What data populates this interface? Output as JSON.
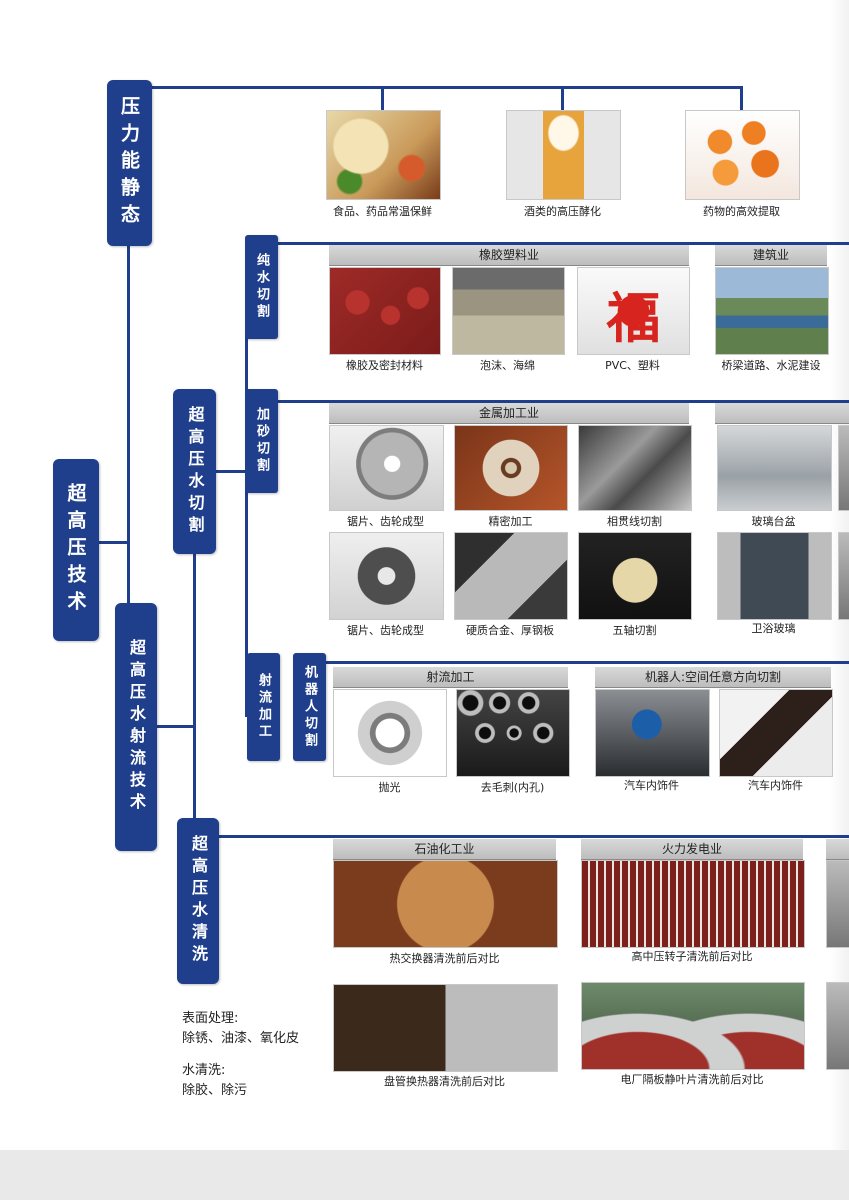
{
  "tree": {
    "root": "超高压技术",
    "pressure_static": "压力能静态",
    "water_cutting": "超高压水切割",
    "water_jet_tech": "超高压水射流技术",
    "water_cleaning": "超高压水清洗",
    "pure_water_cut": "纯水切割",
    "abrasive_cut": "加砂切割",
    "jet_process": "射流加工",
    "robot_cut": "机器人切割"
  },
  "categories": {
    "rubber_plastic": "橡胶塑料业",
    "construction": "建筑业",
    "metal": "金属加工业",
    "jet_process": "射流加工",
    "robot": "机器人:空间任意方向切割",
    "petrochem": "石油化工业",
    "thermal_power": "火力发电业"
  },
  "captions": {
    "food": "食品、药品常温保鲜",
    "wine": "酒类的高压酵化",
    "medicine": "药物的高效提取",
    "rubber": "橡胶及密封材料",
    "foam": "泡沫、海绵",
    "pvc": "PVC、塑料",
    "bridge": "桥梁道路、水泥建设",
    "saw1": "锯片、齿轮成型",
    "precision": "精密加工",
    "intersect": "相贯线切割",
    "glass_basin": "玻璃台盆",
    "saw2": "锯片、齿轮成型",
    "hard_alloy": "硬质合金、厚钢板",
    "five_axis": "五轴切割",
    "bath_glass": "卫浴玻璃",
    "polish": "抛光",
    "deburr": "去毛刺(内孔)",
    "car1": "汽车内饰件",
    "car2": "汽车内饰件",
    "heat_exchanger": "热交换器清洗前后对比",
    "rotor": "高中压转子清洗前后对比",
    "coil": "盘管换热器清洗前后对比",
    "vane": "电厂隔板静叶片清洗前后对比"
  },
  "pvc_glyph": "福",
  "notes": {
    "surface_title": "表面处理:",
    "surface_items": "除锈、油漆、氧化皮",
    "water_title": "水清洗:",
    "water_items": "除胶、除污"
  },
  "colors": {
    "brand_blue": "#1f3f8c",
    "category_gray": "#c9c9c9"
  }
}
